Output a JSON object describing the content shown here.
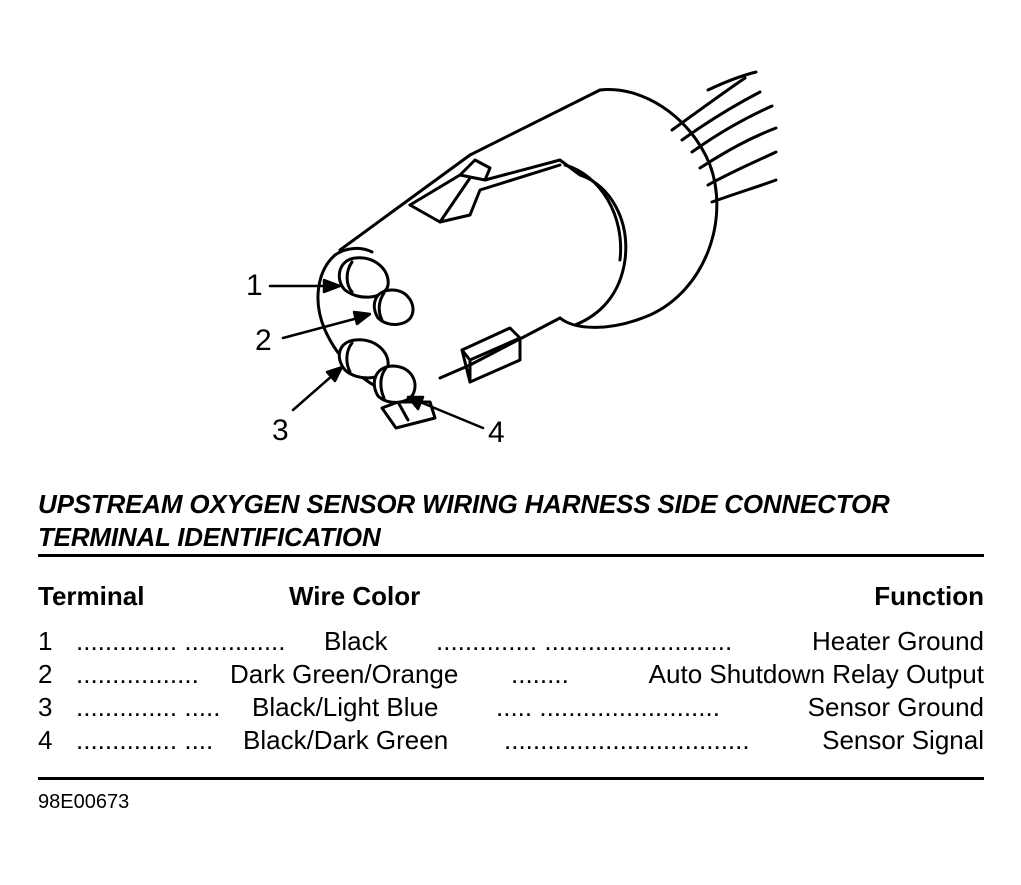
{
  "callouts": [
    "1",
    "2",
    "3",
    "4"
  ],
  "title_line1": "UPSTREAM OXYGEN SENSOR WIRING HARNESS SIDE CONNECTOR",
  "title_line2": "TERMINAL IDENTIFICATION",
  "headers": {
    "terminal": "Terminal",
    "wire_color": "Wire Color",
    "function": "Function"
  },
  "rows": [
    {
      "terminal": "1",
      "lead1": ".............. ..............",
      "color": "Black",
      "lead2": ".............. ..........................",
      "function": "Heater Ground"
    },
    {
      "terminal": "2",
      "lead1": ".................",
      "color": "Dark Green/Orange",
      "lead2": "........",
      "function": "Auto Shutdown Relay Output"
    },
    {
      "terminal": "3",
      "lead1": ".............. .....",
      "color": "Black/Light Blue",
      "lead2": "..... .........................",
      "function": "Sensor Ground"
    },
    {
      "terminal": "4",
      "lead1": ".............. ....",
      "color": "Black/Dark Green",
      "lead2": "..................................",
      "function": "Sensor Signal"
    }
  ],
  "figure_id": "98E00673"
}
